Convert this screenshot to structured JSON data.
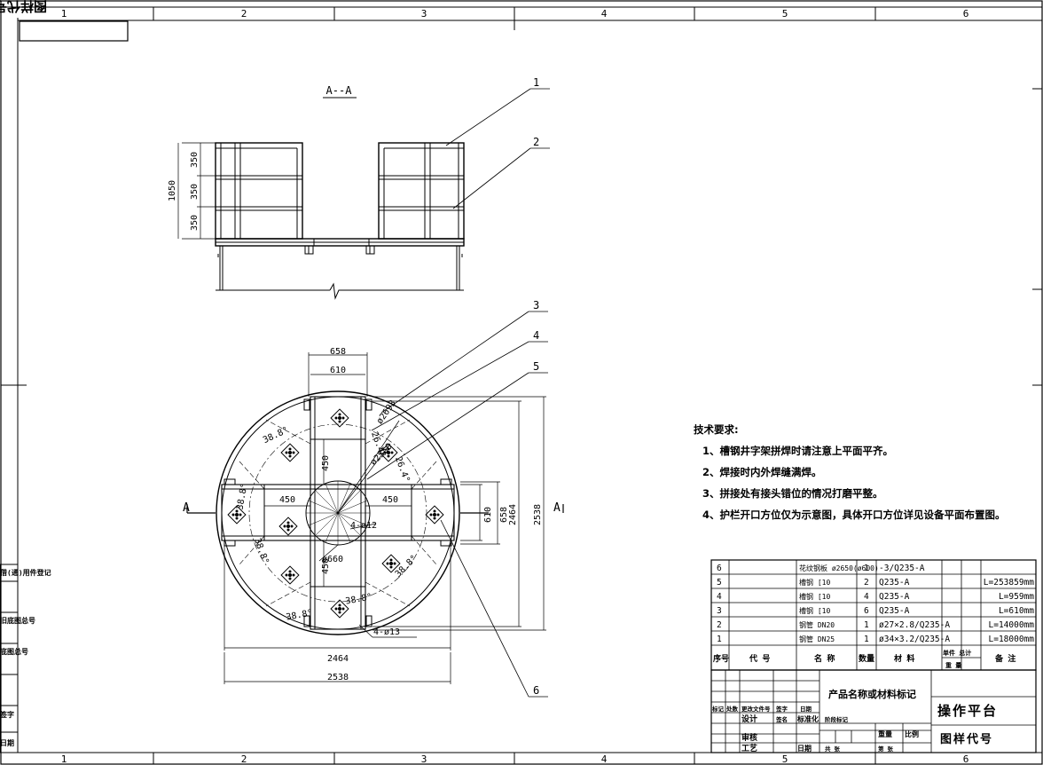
{
  "sheet": {
    "zone_numbers_top": [
      "1",
      "2",
      "3",
      "4",
      "5",
      "6"
    ],
    "zone_numbers_bottom": [
      "1",
      "2",
      "3",
      "4",
      "5",
      "6"
    ],
    "drawing_code_box": "图样代号"
  },
  "section_view": {
    "title": "A--A",
    "dimensions": {
      "total_height": "1050",
      "segment_1": "350",
      "segment_2": "350",
      "segment_3": "350"
    },
    "callouts": [
      "1",
      "2"
    ]
  },
  "plan_view": {
    "dimensions": {
      "top_outer": "658",
      "top_inner": "610",
      "right_inner": "610",
      "right_outer": "658",
      "right_2464": "2464",
      "right_2538": "2538",
      "bottom_2464": "2464",
      "bottom_2538": "2538",
      "d2693": "ø2693",
      "d2550": "ø2550",
      "d660": "ø660",
      "holes_12": "4-ø12",
      "holes_13": "4-ø13",
      "len_450_left": "450",
      "len_450_right": "450",
      "len_450_top": "450",
      "len_450_bottom": "450",
      "angle": "38.8°",
      "angle_small": "26.4°"
    },
    "section_mark_left": "A",
    "section_mark_right": "A",
    "callouts": [
      "3",
      "4",
      "5",
      "6"
    ]
  },
  "tech_requirements": {
    "title": "技术要求:",
    "items": [
      "1、槽钢井字架拼焊时请注意上平面平齐。",
      "2、焊接时内外焊缝满焊。",
      "3、拼接处有接头错位的情况打磨平整。",
      "4、护栏开口方位仅为示意图，具体开口方位详见设备平面布置图。"
    ]
  },
  "bom": {
    "header": {
      "no": "序号",
      "code": "代  号",
      "name": "名  称",
      "qty": "数量",
      "material": "材  料",
      "unit_total": "单件 总计",
      "weight": "重  量",
      "remark": "备  注"
    },
    "rows": [
      {
        "no": "6",
        "code": "",
        "name": "花纹钢板 ø2650(ø600)",
        "qty": "1",
        "material": "-3/Q235-A",
        "remark": ""
      },
      {
        "no": "5",
        "code": "",
        "name": "槽钢 [10",
        "qty": "2",
        "material": "Q235-A",
        "remark": "L=253859mm"
      },
      {
        "no": "4",
        "code": "",
        "name": "槽钢 [10",
        "qty": "4",
        "material": "Q235-A",
        "remark": "L=959mm"
      },
      {
        "no": "3",
        "code": "",
        "name": "槽钢 [10",
        "qty": "6",
        "material": "Q235-A",
        "remark": "L=610mm"
      },
      {
        "no": "2",
        "code": "",
        "name": "钢管 DN20",
        "qty": "1",
        "material": "ø27×2.8/Q235-A",
        "remark": "L=14000mm"
      },
      {
        "no": "1",
        "code": "",
        "name": "钢管 DN25",
        "qty": "1",
        "material": "ø34×3.2/Q235-A",
        "remark": "L=18000mm"
      }
    ]
  },
  "title_block": {
    "product_label": "产品名称或材料标记",
    "drawing_name": "操作平台",
    "drawing_code_label": "图样代号",
    "small": {
      "marks": "标记",
      "count": "处数",
      "file_no": "更改文件号",
      "sign": "签字",
      "date": "日期",
      "design": "设计",
      "sign2": "签名",
      "standard": "标准化",
      "stage_mark": "阶段标记",
      "weight": "重量",
      "scale": "比例",
      "review": "审核",
      "process": "工艺",
      "approve": "日期",
      "total": "共  张",
      "sheet_no": "第  张"
    }
  },
  "left_margin_labels": [
    "借(通)用件登记",
    "旧底图总号",
    "底图总号",
    "签字",
    "日期"
  ]
}
